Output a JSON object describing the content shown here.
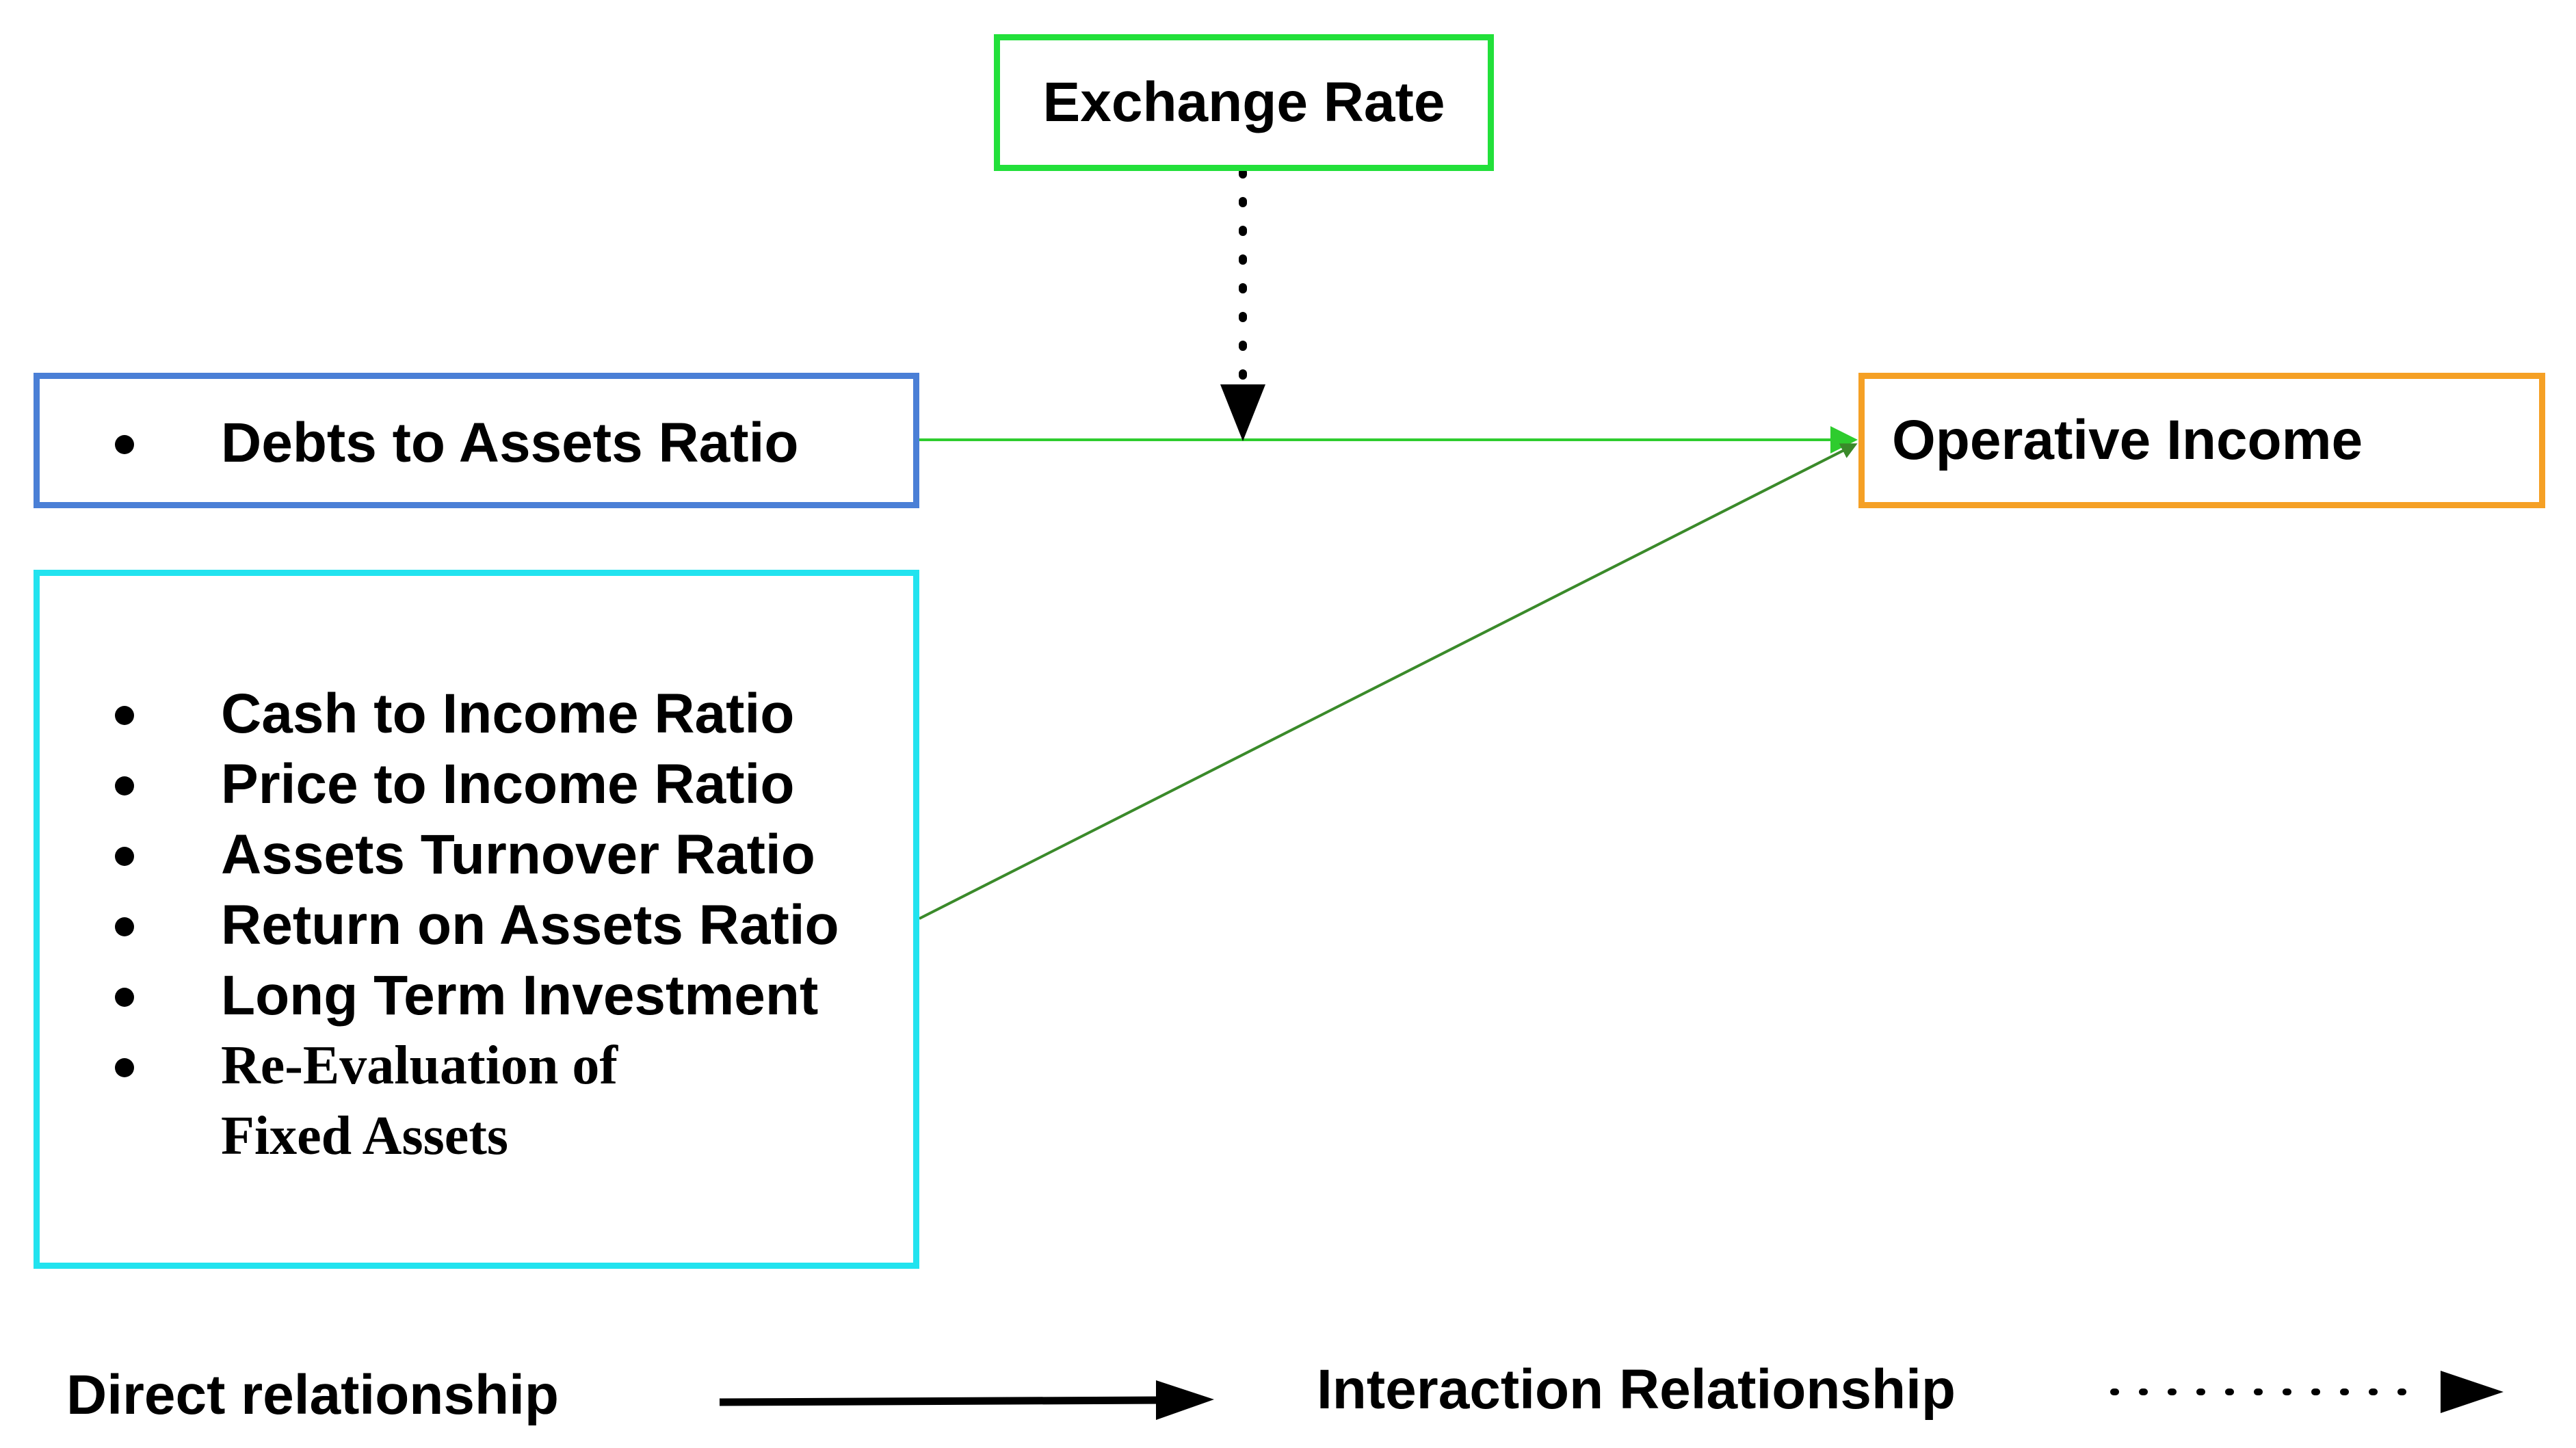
{
  "nodes": {
    "exchange_rate": {
      "label": "Exchange Rate",
      "color": "#22e03a"
    },
    "debts_box": {
      "color": "#4a7fd6",
      "items": [
        "Debts to Assets Ratio"
      ]
    },
    "operative_income": {
      "label": "Operative Income",
      "color": "#f5a025"
    },
    "ratios_box": {
      "color": "#22e3ef",
      "items": [
        "Cash to Income Ratio",
        "Price to Income Ratio",
        "Assets Turnover Ratio",
        "Return on Assets Ratio",
        "Long Term Investment",
        "Re-Evaluation of Fixed Assets"
      ]
    }
  },
  "edges": [
    {
      "from": "debts_box",
      "to": "operative_income",
      "type": "direct",
      "color": "#2ecc2e"
    },
    {
      "from": "ratios_box",
      "to": "operative_income",
      "type": "direct",
      "color": "#3a8a2a"
    },
    {
      "from": "exchange_rate",
      "to": "debts_box-operative_income-edge",
      "type": "interaction",
      "color": "#000000"
    }
  ],
  "legend": {
    "direct_label": "Direct relationship",
    "interaction_label": "Interaction Relationship"
  }
}
